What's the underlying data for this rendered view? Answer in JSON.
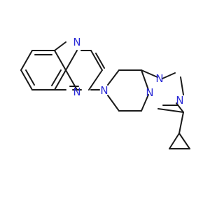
{
  "molecule": {
    "atom_labels": {
      "n_quinox_top": "N",
      "n_quinox_bottom": "N",
      "n_amine": "N",
      "n_triazole_1": "N",
      "n_triazole_2": "N",
      "n_triazole_bridge": "N"
    },
    "colors": {
      "bond": "#1a1a1a",
      "nitrogen": "#2b2bd6",
      "background": "#ffffff"
    }
  }
}
